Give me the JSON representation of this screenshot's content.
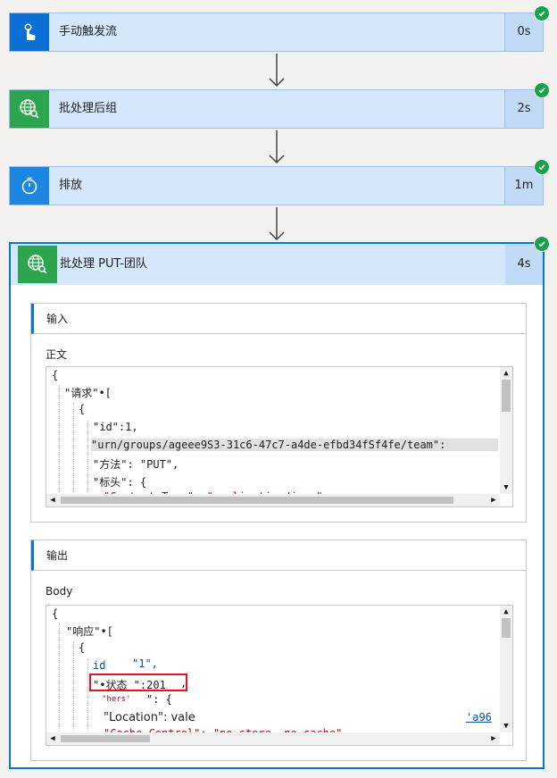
{
  "steps": [
    {
      "label": "手动触发流",
      "duration": "0s",
      "icon": "touch-icon"
    },
    {
      "label": "批处理后组",
      "duration": "2s",
      "icon": "globe-search-icon"
    },
    {
      "label": "排放",
      "duration": "1m",
      "icon": "timer-icon"
    }
  ],
  "expanded_step": {
    "label": "批处理 PUT-团队",
    "duration": "4s",
    "icon": "globe-search-icon",
    "input": {
      "section_title": "输入",
      "body_label": "正文",
      "lines": [
        "{",
        "\"请求\"•[",
        "{",
        "\"id\":1,",
        "\"urn/groups/ageee9S3-31c6-47c7-a4de-efbd34fSf4fe/team\":",
        "\"方法\": \"PUT\",",
        "\"标头\": {",
        "\"Content-Type\": \"application/json\""
      ]
    },
    "output": {
      "section_title": "输出",
      "body_label": "Body",
      "lines": [
        "{",
        "\"响应\"•[",
        "{",
        "id",
        "\"1\",",
        "\"•状态 \":201",
        ",",
        "\"hers'",
        "\": {",
        "\"Location\": vale",
        "'a96",
        "\"Cache-Control\": \"no-store, no-cache\""
      ]
    }
  },
  "colors": {
    "accent": "#0078d4",
    "success": "#16a34a",
    "highlight": "#e81123"
  }
}
